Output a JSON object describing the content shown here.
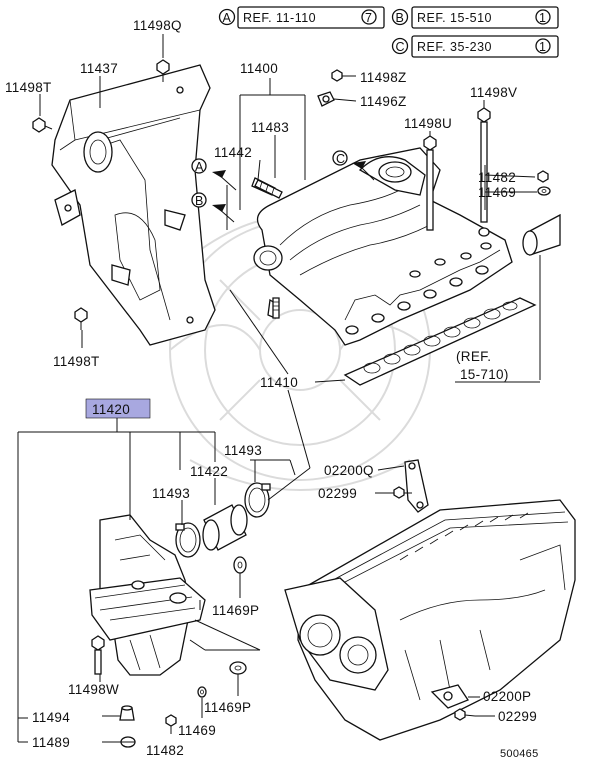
{
  "references": [
    {
      "letter": "A",
      "text": "REF. 11-110",
      "num": "7"
    },
    {
      "letter": "B",
      "text": "REF. 15-510",
      "num": "1"
    },
    {
      "letter": "C",
      "text": "REF. 35-230",
      "num": "1"
    }
  ],
  "labels": {
    "p11498Q": "11498Q",
    "p11437": "11437",
    "p11498T_a": "11498T",
    "p11498T_b": "11498T",
    "p11400": "11400",
    "p11498Z": "11498Z",
    "p11496Z": "11496Z",
    "p11498V": "11498V",
    "p11483": "11483",
    "p11498U": "11498U",
    "p11442": "11442",
    "p11482_a": "11482",
    "p11469_a": "11469",
    "p11410": "11410",
    "ref15710_a": "(REF.",
    "ref15710_b": "15-710)",
    "p11420": "11420",
    "p11493_a": "11493",
    "p11422": "11422",
    "p11493_b": "11493",
    "p02200Q": "02200Q",
    "p02299_a": "02299",
    "p11469P_a": "11469P",
    "p11498W": "11498W",
    "p11469P_b": "11469P",
    "p11494": "11494",
    "p11469_b": "11469",
    "p02200P": "02200P",
    "p11489": "11489",
    "p11482_b": "11482",
    "p02299_b": "02299",
    "figno": "500465"
  },
  "arrows": {
    "a": "A",
    "b": "B",
    "c": "C"
  },
  "colors": {
    "highlight": "#a8a8e0",
    "line": "#111111",
    "watermark": "#d8d8d8"
  }
}
